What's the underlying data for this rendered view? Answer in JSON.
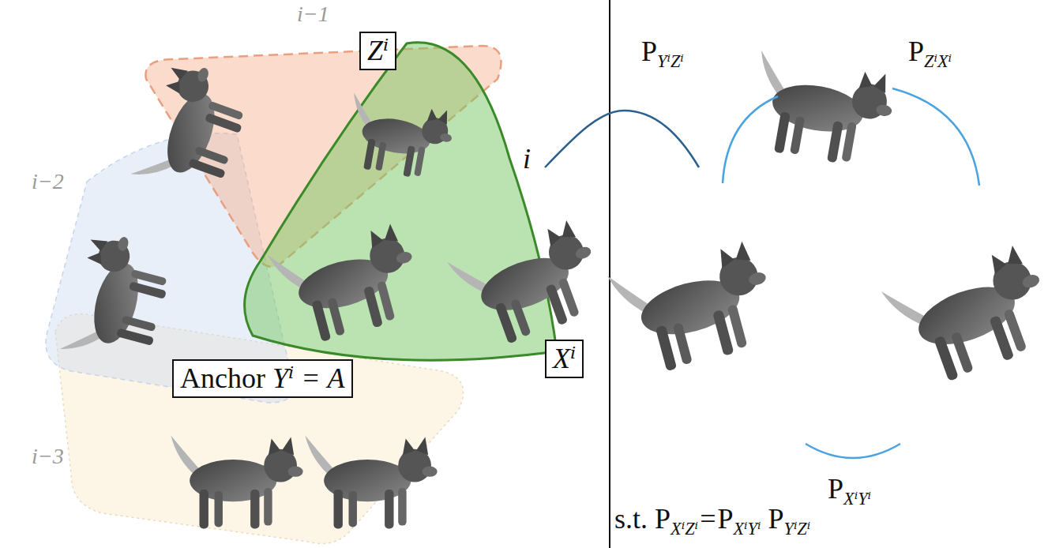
{
  "diagram": {
    "nodes": [
      {
        "text": [
          "Zⁱ"
        ]
      },
      {
        "text": [
          "Xⁱ"
        ]
      },
      {
        "text": [
          "Anchor Yⁱ = A"
        ]
      }
    ],
    "labels": [
      "i−1",
      "i−2",
      "i",
      "i−3",
      "PYⁱZⁱ",
      "PZⁱXⁱ",
      "PXⁱYⁱ",
      "s.t. PXⁱZⁱ=PXⁱYⁱ PYⁱZⁱ"
    ]
  }
}
